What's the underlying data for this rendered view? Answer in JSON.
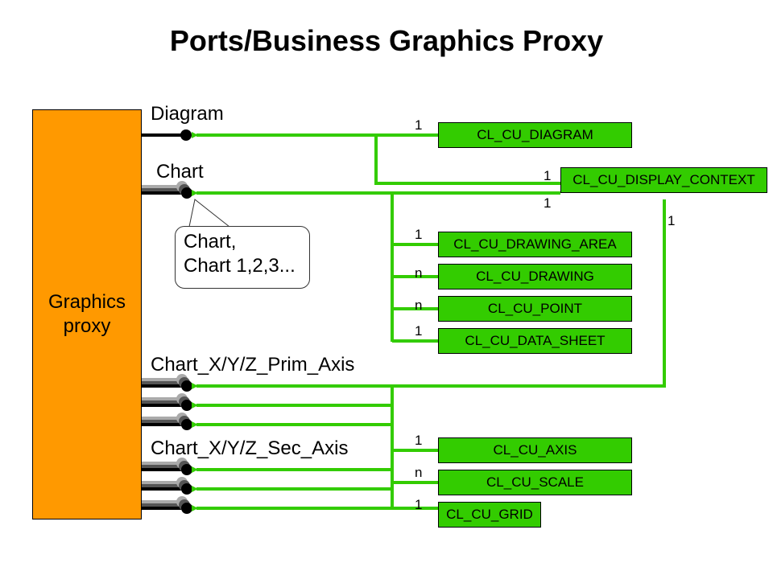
{
  "title": "Ports/Business Graphics Proxy",
  "proxy": {
    "label": "Graphics\nproxy",
    "color": "#FF9900"
  },
  "ports": {
    "diagram": "Diagram",
    "chart": "Chart",
    "prim_axis": "Chart_X/Y/Z_Prim_Axis",
    "sec_axis": "Chart_X/Y/Z_Sec_Axis"
  },
  "callout": {
    "text": "Chart,\nChart 1,2,3..."
  },
  "classes": {
    "diagram": "CL_CU_DIAGRAM",
    "display_context": "CL_CU_DISPLAY_CONTEXT",
    "drawing_area": "CL_CU_DRAWING_AREA",
    "drawing": "CL_CU_DRAWING",
    "point": "CL_CU_POINT",
    "data_sheet": "CL_CU_DATA_SHEET",
    "axis": "CL_CU_AXIS",
    "scale": "CL_CU_SCALE",
    "grid": "CL_CU_GRID"
  },
  "cardinalities": {
    "diagram": "1",
    "display_context_top": "1",
    "display_context_bottom": "1",
    "display_context_down": "1",
    "drawing_area": "1",
    "drawing": "n",
    "point": "n",
    "data_sheet": "1",
    "axis": "1",
    "scale": "n",
    "grid": "1"
  },
  "colors": {
    "connector": "#33CC00",
    "class_fill": "#33CC00",
    "proxy": "#FF9900"
  }
}
